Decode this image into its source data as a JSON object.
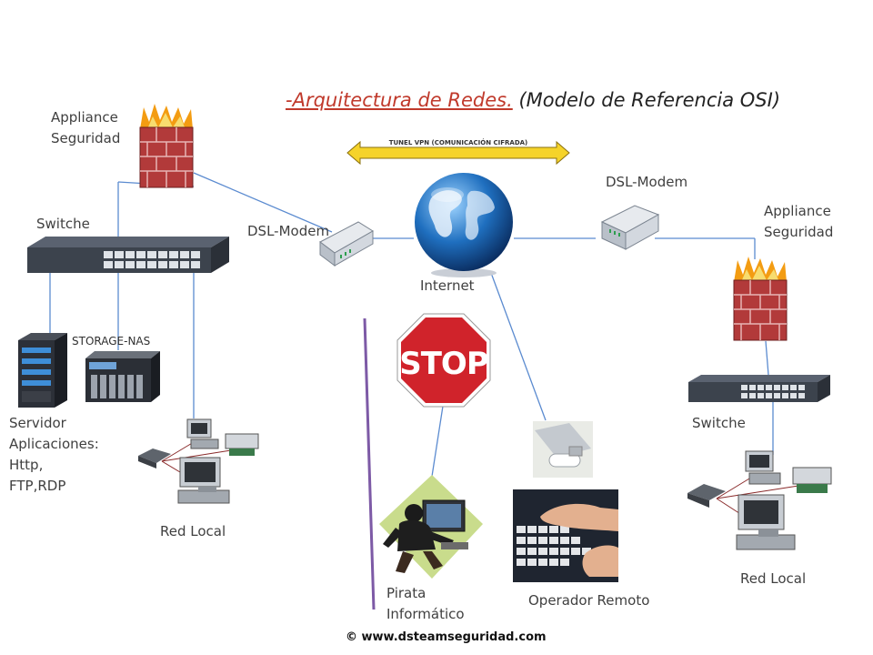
{
  "title": {
    "part1": "-Arquitectura de Redes.",
    "part2": "(Modelo de Referencia OSI)"
  },
  "vpn_tunnel": "TUNEL VPN (COMUNICACIÓN CIFRADA)",
  "labels": {
    "appliance_left": [
      "Appliance",
      "Seguridad"
    ],
    "appliance_right": [
      "Appliance",
      "Seguridad"
    ],
    "switch_left": "Switche",
    "switch_right": "Switche",
    "dsl_left": "DSL-Modem",
    "dsl_right": "DSL-Modem",
    "internet": "Internet",
    "storage": "STORAGE-NAS",
    "server": [
      "Servidor",
      "Aplicaciones:",
      "Http,",
      "FTP,RDP"
    ],
    "lan_left": "Red Local",
    "lan_right": "Red Local",
    "hacker": [
      "Pirata",
      "Informático"
    ],
    "remote": "Operador Remoto",
    "stop": "STOP"
  },
  "footer": "© www.dsteamseguridad.com",
  "colors": {
    "title_red": "#c0392b",
    "link_blue": "#5b8bd0",
    "barrier_purple": "#7d5aa6",
    "firewall_brick": "#b23a3a",
    "stop_red": "#d0232b",
    "globe_blue": "#1f6fbf"
  }
}
